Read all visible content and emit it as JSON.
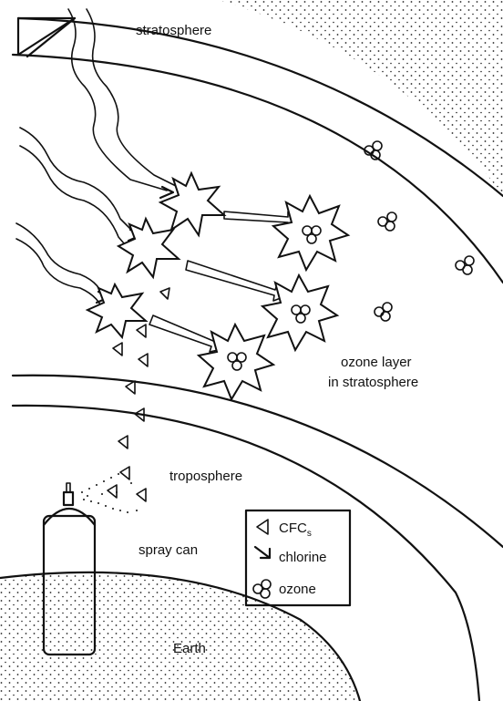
{
  "labels": {
    "stratosphere": "stratosphere",
    "ozone_layer_line1": "ozone layer",
    "ozone_layer_line2": "in stratosphere",
    "troposphere": "troposphere",
    "spray_can": "spray can",
    "earth": "Earth"
  },
  "legend": {
    "items": [
      {
        "symbol": "cfc-triangle-icon",
        "label": "CFC",
        "subscript": "s"
      },
      {
        "symbol": "chlorine-arrow-icon",
        "label": "chlorine"
      },
      {
        "symbol": "ozone-molecule-icon",
        "label": "ozone"
      }
    ]
  }
}
